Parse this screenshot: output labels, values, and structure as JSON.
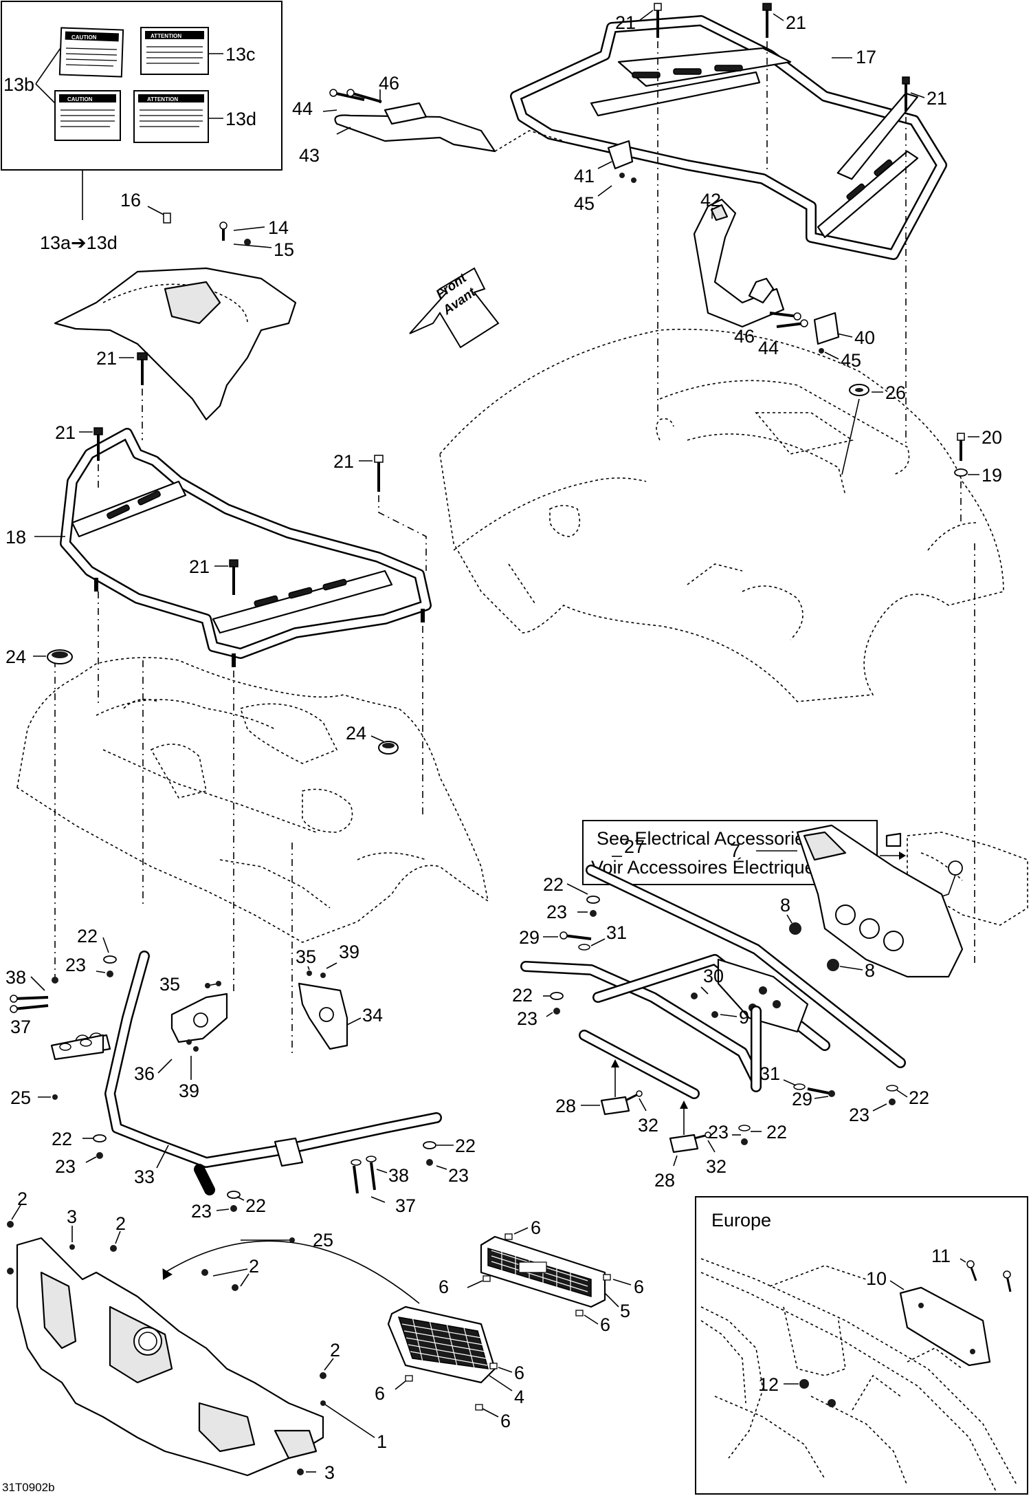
{
  "drawing_code": "31T0902b",
  "front_arrow": {
    "line1": "Front",
    "line2": "Avant"
  },
  "reference_note": {
    "line1": "See Electrical Accessories 1/",
    "line2": "Voir Accessoires Électriques 1"
  },
  "inset": {
    "title": "Europe"
  },
  "decals": {
    "top_left": {
      "header": "CAUTION"
    },
    "top_right": {
      "header": "ATTENTION"
    },
    "bottom_left": {
      "header": "CAUTION"
    },
    "bottom_right": {
      "header": "ATTENTION"
    }
  },
  "callouts": {
    "c13b": "13b",
    "c13c": "13c",
    "c13d": "13d",
    "c13a_d": "13a➔13d",
    "c46a": "46",
    "c44a": "44",
    "c43": "43",
    "c21a": "21",
    "c21b": "21",
    "c17": "17",
    "c21c": "21",
    "c41": "41",
    "c45a": "45",
    "c42": "42",
    "c46b": "46",
    "c44b": "44",
    "c40": "40",
    "c45b": "45",
    "c16": "16",
    "c14": "14",
    "c15": "15",
    "c21d": "21",
    "c26": "26",
    "c20": "20",
    "c19": "19",
    "c21e": "21",
    "c18": "18",
    "c21f": "21",
    "c21g": "21",
    "c24a": "24",
    "c24b": "24",
    "c27": "27",
    "c7": "7",
    "c22a": "22",
    "c23a": "23",
    "c8a": "8",
    "c29a": "29",
    "c31a": "31",
    "c30": "30",
    "c8b": "8",
    "c22b": "22",
    "c9": "9",
    "c23b": "23",
    "c31b": "31",
    "c28a": "28",
    "c32a": "32",
    "c29b": "29",
    "c23c": "23",
    "c22c": "22",
    "c23d": "23",
    "c22d": "22",
    "c28b": "28",
    "c32b": "32",
    "c22e": "22",
    "c23e": "23",
    "c38a": "38",
    "c35a": "35",
    "c37a": "37",
    "c36": "36",
    "c39a": "39",
    "c35b": "35",
    "c39b": "39",
    "c34": "34",
    "c25a": "25",
    "c22f": "22",
    "c23f": "23",
    "c33": "33",
    "c22g": "22",
    "c23g": "23",
    "c38b": "38",
    "c37b": "37",
    "c23h": "23",
    "c22h": "22",
    "c25b": "25",
    "c2a": "2",
    "c3a": "3",
    "c2b": "2",
    "c2c": "2",
    "c2d": "2",
    "c3b": "3",
    "c1": "1",
    "c6a": "6",
    "c6b": "6",
    "c6c": "6",
    "c5": "5",
    "c6d": "6",
    "c6e": "6",
    "c6f": "6",
    "c4": "4",
    "c6g": "6",
    "c11": "11",
    "c10": "10",
    "c12": "12"
  }
}
